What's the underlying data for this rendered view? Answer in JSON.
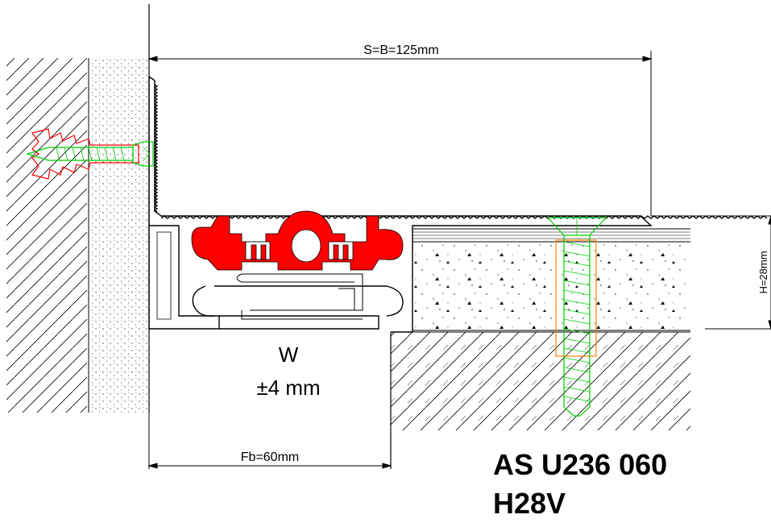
{
  "dimensions": {
    "width_label": "S=B=125mm",
    "height_label": "H=28mm",
    "gap_label": "Fb=60mm"
  },
  "movement": {
    "letter": "W",
    "tolerance": "±4 mm"
  },
  "product": {
    "code": "AS U236 060",
    "variant": "H28V"
  },
  "colors": {
    "insert": "#ff0000",
    "screw": "#00cc00",
    "dowel": "#ff0000",
    "sleeve": "#ff8000",
    "line": "#000000"
  }
}
